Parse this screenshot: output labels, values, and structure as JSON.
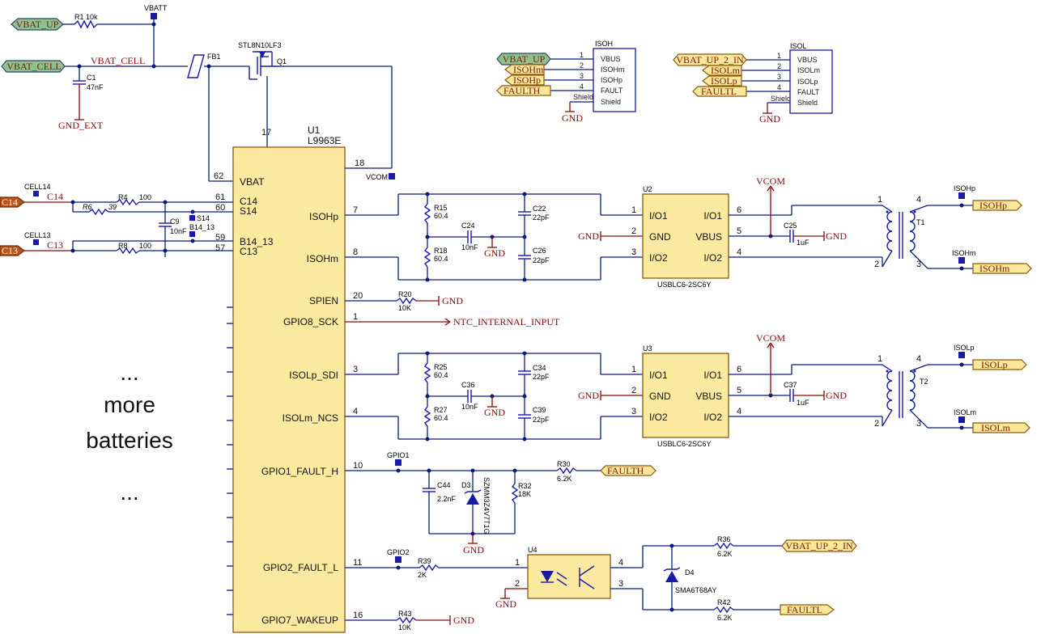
{
  "flags": {
    "vbat_up": "VBAT_UP",
    "vbat_cell": "VBAT_CELL",
    "c14": "C14",
    "c13": "C13",
    "isoh_vbat_up": "VBAT_UP",
    "isoh_isohm": "ISOHm",
    "isoh_isohp": "ISOHp",
    "isoh_faulth": "FAULTH",
    "isol_vbat_up2": "VBAT_UP_2_IN",
    "isol_isolm": "ISOLm",
    "isol_isolp": "ISOLp",
    "isol_faultl": "FAULTL",
    "out_isohp": "ISOHp",
    "out_isohm": "ISOHm",
    "out_isolp": "ISOLp",
    "out_isolm": "ISOLm",
    "out_faulth": "FAULTH",
    "out_vbat_up2": "VBAT_UP_2_IN",
    "out_faultl": "FAULTL"
  },
  "nets": {
    "vbat_cell": "VBAT_CELL",
    "gnd_ext": "GND_EXT",
    "vbatt": "VBATT",
    "vcom_tp": "VCOM",
    "vcom1": "VCOM",
    "vcom2": "VCOM",
    "c14": "C14",
    "c13": "C13",
    "ntc": "NTC_INTERNAL_INPUT",
    "gnd": "GND"
  },
  "testpoints": {
    "cell14": "CELL14",
    "cell13": "CELL13",
    "s14": "S14",
    "b14_13": "B14_13",
    "isohp": "ISOHp",
    "isohm": "ISOHm",
    "isolp": "ISOLp",
    "isolm": "ISOLm",
    "gpio1": "GPIO1",
    "gpio2": "GPIO2"
  },
  "components": {
    "r1": {
      "ref": "R1",
      "value": "10k"
    },
    "c1": {
      "ref": "C1",
      "value": "47nF"
    },
    "fb1": {
      "ref": "FB1"
    },
    "q1": {
      "ref": "Q1",
      "part": "STL8N10LF3"
    },
    "u1": {
      "ref": "U1",
      "part": "L9963E"
    },
    "r4": {
      "ref": "R4",
      "value": "100"
    },
    "r6": {
      "ref": "R6",
      "value": "39"
    },
    "c9": {
      "ref": "C9",
      "value": "10nF"
    },
    "r8": {
      "ref": "R8",
      "value": "100"
    },
    "r15": {
      "ref": "R15",
      "value": "60.4"
    },
    "r18": {
      "ref": "R18",
      "value": "60.4"
    },
    "c22": {
      "ref": "C22",
      "value": "22pF"
    },
    "c24": {
      "ref": "C24",
      "value": "10nF"
    },
    "c26": {
      "ref": "C26",
      "value": "22pF"
    },
    "r25": {
      "ref": "R25",
      "value": "60.4"
    },
    "r27": {
      "ref": "R27",
      "value": "60.4"
    },
    "c34": {
      "ref": "C34",
      "value": "22pF"
    },
    "c36": {
      "ref": "C36",
      "value": "10nF"
    },
    "c39": {
      "ref": "C39",
      "value": "22pF"
    },
    "u2": {
      "ref": "U2",
      "part": "USBLC6-2SC6Y"
    },
    "u3": {
      "ref": "U3",
      "part": "USBLC6-2SC6Y"
    },
    "c25": {
      "ref": "C25",
      "value": "1uF"
    },
    "c37": {
      "ref": "C37",
      "value": "1uF"
    },
    "t1": {
      "ref": "T1"
    },
    "t2": {
      "ref": "T2"
    },
    "r20": {
      "ref": "R20",
      "value": "10K"
    },
    "r30": {
      "ref": "R30",
      "value": "6.2K"
    },
    "c44": {
      "ref": "C44",
      "value": "2.2nF"
    },
    "d3": {
      "ref": "D3",
      "part": "SZMM3Z4V7T1G"
    },
    "r32": {
      "ref": "R32",
      "value": "18K"
    },
    "r39": {
      "ref": "R39",
      "value": "2K"
    },
    "u4": {
      "ref": "U4"
    },
    "d4": {
      "ref": "D4",
      "part": "SMA6T68AY"
    },
    "r36": {
      "ref": "R36",
      "value": "6.2K"
    },
    "r42": {
      "ref": "R42",
      "value": "6.2K"
    },
    "r43": {
      "ref": "R43",
      "value": "10K"
    },
    "isoh": {
      "ref": "ISOH"
    },
    "isol": {
      "ref": "ISOL"
    }
  },
  "u1_pins": {
    "vbat": "VBAT",
    "c14": "C14",
    "s14": "S14",
    "b14_13": "B14_13",
    "c13": "C13",
    "isohp": "ISOHp",
    "isohm": "ISOHm",
    "spien": "SPIEN",
    "gpio8": "GPIO8_SCK",
    "isolp": "ISOLp_SDI",
    "isolm": "ISOLm_NCS",
    "gpio1": "GPIO1_FAULT_H",
    "gpio2": "GPIO2_FAULT_L",
    "gpio7": "GPIO7_WAKEUP"
  },
  "u1_pin_numbers": {
    "p17": "17",
    "p18": "18",
    "p62": "62",
    "p61": "61",
    "p60": "60",
    "p59": "59",
    "p57": "57",
    "p7": "7",
    "p8": "8",
    "p20": "20",
    "p1": "1",
    "p3": "3",
    "p4": "4",
    "p10": "10",
    "p11": "11",
    "p16": "16"
  },
  "usblc_pins": {
    "io1l": "I/O1",
    "gnd": "GND",
    "io2l": "I/O2",
    "io1r": "I/O1",
    "vbus": "VBUS",
    "io2r": "I/O2",
    "n1": "1",
    "n2": "2",
    "n3": "3",
    "n6": "6",
    "n5": "5",
    "n4": "4"
  },
  "connector_pins": {
    "vbus": "VBUS",
    "isohm": "ISOHm",
    "isohp": "ISOHp",
    "fault": "FAULT",
    "shield": "Shield",
    "isolm": "ISOLm",
    "isolp": "ISOLp",
    "n1": "1",
    "n2": "2",
    "n3": "3",
    "n4": "4"
  },
  "optocoupler_pins": {
    "n1": "1",
    "n2": "2",
    "n3": "3",
    "n4": "4"
  },
  "transformer_pins": {
    "n1": "1",
    "n2": "2",
    "n3": "3",
    "n4": "4"
  },
  "side_text": {
    "dots_top": "...",
    "more": "more",
    "batteries": "batteries",
    "dots_bottom": "..."
  }
}
